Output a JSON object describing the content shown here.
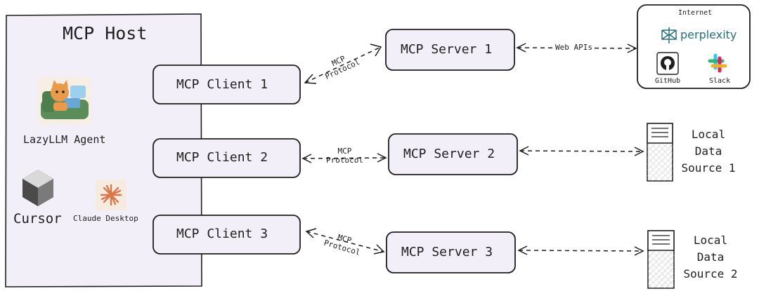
{
  "host": {
    "title": "MCP Host",
    "apps": {
      "lazyllm": "LazyLLM Agent",
      "cursor": "Cursor",
      "claude": "Claude Desktop"
    }
  },
  "clients": [
    "MCP Client 1",
    "MCP Client 2",
    "MCP Client 3"
  ],
  "servers": [
    "MCP Server 1",
    "MCP Server 2",
    "MCP Server 3"
  ],
  "protocol": {
    "line1": "MCP",
    "line2": "Protocol"
  },
  "web_apis": "Web APIs",
  "internet": {
    "title": "Internet",
    "perplexity": "perplexity",
    "github": "GitHub",
    "slack": "Slack"
  },
  "sources": [
    {
      "line1": "Local",
      "line2": "Data",
      "line3": "Source 1"
    },
    {
      "line1": "Local",
      "line2": "Data",
      "line3": "Source 2"
    }
  ],
  "colors": {
    "host_fill": "#f3eff9",
    "box_fill": "#f3eff9",
    "stroke": "#1e1e1e",
    "claude_bg": "#f5ebe0",
    "claude_star": "#d9774b",
    "perplexity": "#2b6e7a"
  }
}
